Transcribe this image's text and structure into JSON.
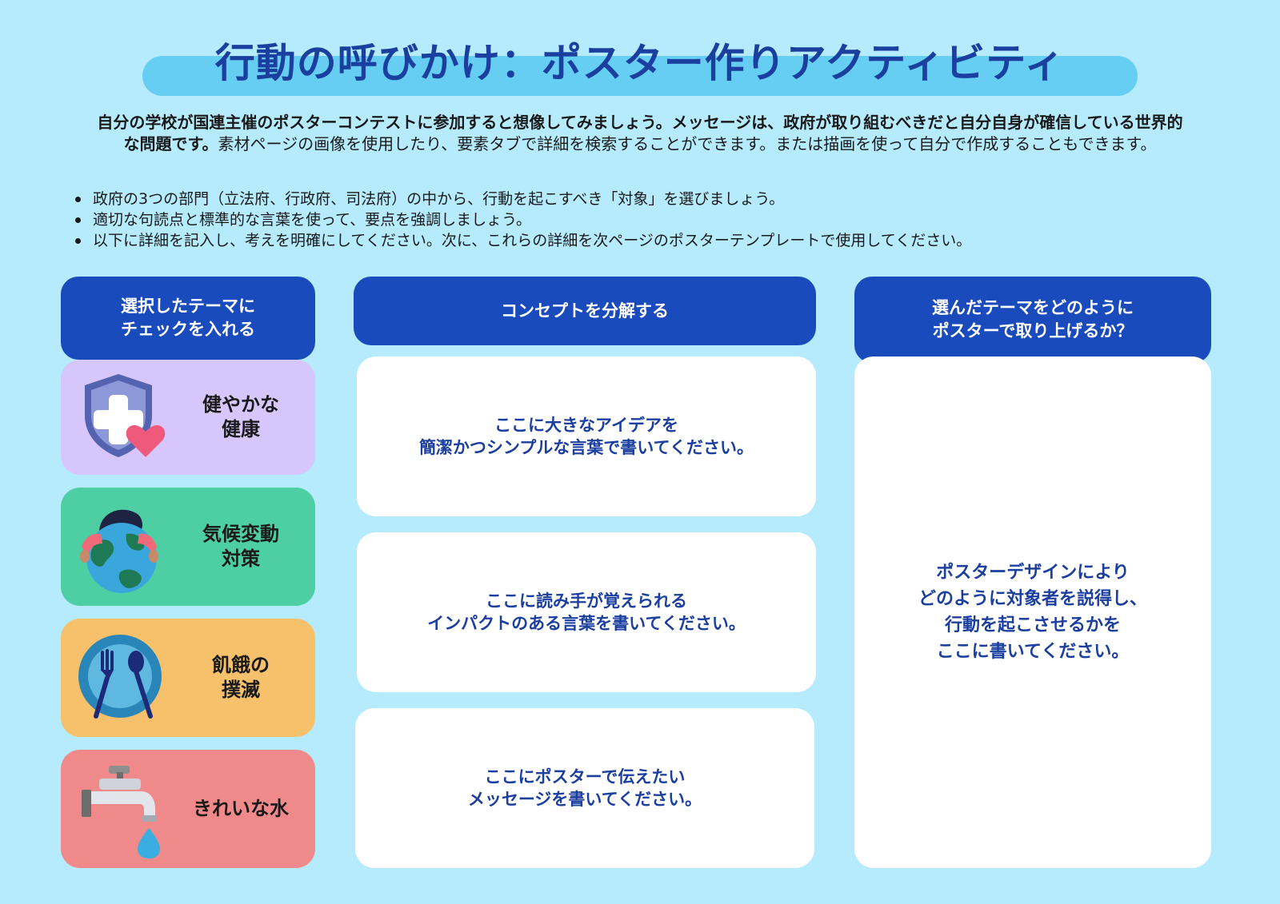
{
  "title": "行動の呼びかけ：ポスター作りアクティビティ",
  "intro": {
    "bold": "自分の学校が国連主催のポスターコンテストに参加すると想像してみましょう。メッセージは、政府が取り組むべきだと自分自身が確信している世界的な問題です。",
    "normal": "素材ページの画像を使用したり、要素タブで詳細を検索することができます。または描画を使って自分で作成することもできます。"
  },
  "bullets": [
    "政府の3つの部門（立法府、行政府、司法府）の中から、行動を起こすべき「対象」を選びましょう。",
    "適切な句読点と標準的な言葉を使って、要点を強調しましょう。",
    "以下に詳細を記入し、考えを明確にしてください。次に、これらの詳細を次ページのポスターテンプレートで使用してください。"
  ],
  "columns": {
    "themes_header": "選択したテーマに\nチェックを入れる",
    "concept_header": "コンセプトを分解する",
    "poster_header": "選んだテーマをどのように\nポスターで取り上げるか？"
  },
  "themes": [
    {
      "label": "健やかな\n健康",
      "icon": "health-shield-icon",
      "color": "#d6c6fb"
    },
    {
      "label": "気候変動\n対策",
      "icon": "earth-hug-icon",
      "color": "#4dcfa3"
    },
    {
      "label": "飢餓の\n撲滅",
      "icon": "plate-cutlery-icon",
      "color": "#f6c16a"
    },
    {
      "label": "きれいな水",
      "icon": "water-faucet-icon",
      "color": "#f08a8a"
    }
  ],
  "concept_boxes": [
    "ここに大きなアイデアを\n簡潔かつシンプルな言葉で書いてください。",
    "ここに読み手が覚えられる\nインパクトのある言葉を書いてください。",
    "ここにポスターで伝えたい\nメッセージを書いてください。"
  ],
  "poster_box": "ポスターデザインにより\nどのように対象者を説得し、\n行動を起こさせるかを\nここに書いてください。"
}
